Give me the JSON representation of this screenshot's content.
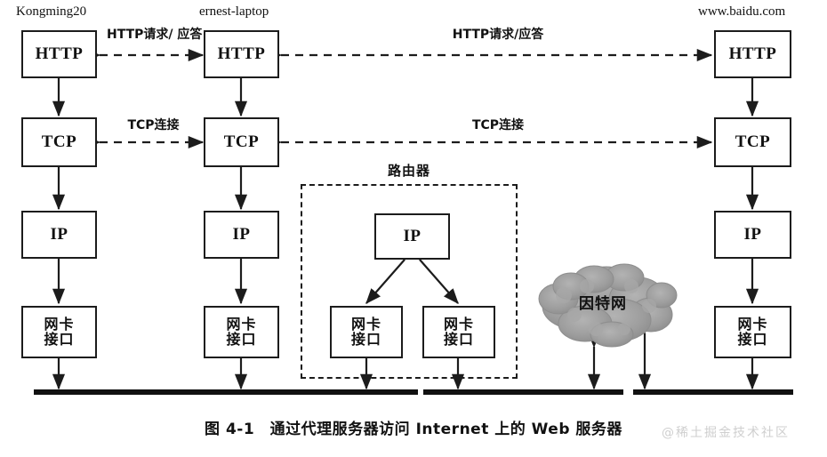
{
  "figure": {
    "caption": "图 4-1　通过代理服务器访问 Internet 上的 Web 服务器",
    "watermark": "@稀土掘金技术社区"
  },
  "hosts": [
    {
      "id": "client",
      "label": "Kongming20"
    },
    {
      "id": "proxy",
      "label": "ernest-laptop"
    },
    {
      "id": "server",
      "label": "www.baidu.com"
    }
  ],
  "router": {
    "title": "路由器"
  },
  "cloud": {
    "label": "因特网"
  },
  "boxes": {
    "client_http": "HTTP",
    "client_tcp": "TCP",
    "client_ip": "IP",
    "client_nic_line1": "网卡",
    "client_nic_line2": "接口",
    "proxy_http": "HTTP",
    "proxy_tcp": "TCP",
    "proxy_ip": "IP",
    "proxy_nic_line1": "网卡",
    "proxy_nic_line2": "接口",
    "router_ip": "IP",
    "router_nic_left_line1": "网卡",
    "router_nic_left_line2": "接口",
    "router_nic_right_line1": "网卡",
    "router_nic_right_line2": "接口",
    "server_http": "HTTP",
    "server_tcp": "TCP",
    "server_ip": "IP",
    "server_nic_line1": "网卡",
    "server_nic_line2": "接口"
  },
  "links": {
    "http_left_line1": "HTTP请求/",
    "http_left_line2": "应答",
    "http_right": "HTTP请求/应答",
    "tcp_left": "TCP连接",
    "tcp_right": "TCP连接"
  },
  "colors": {
    "stroke": "#1c1c1c",
    "background": "#ffffff",
    "bus": "#111111",
    "cloud_fill": "#9a9a9a",
    "watermark": "#cfcfcf"
  }
}
